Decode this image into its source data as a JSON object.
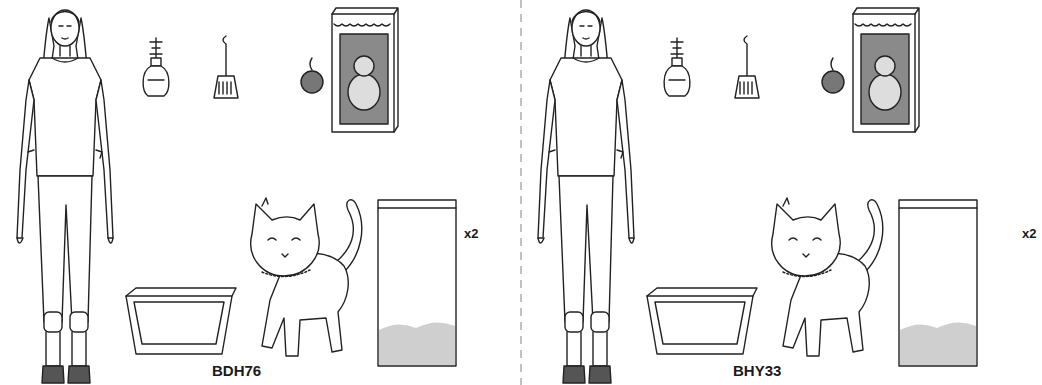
{
  "diagram": {
    "labels": [
      "x2",
      "BDH76",
      "x2",
      "BHY33"
    ]
  }
}
